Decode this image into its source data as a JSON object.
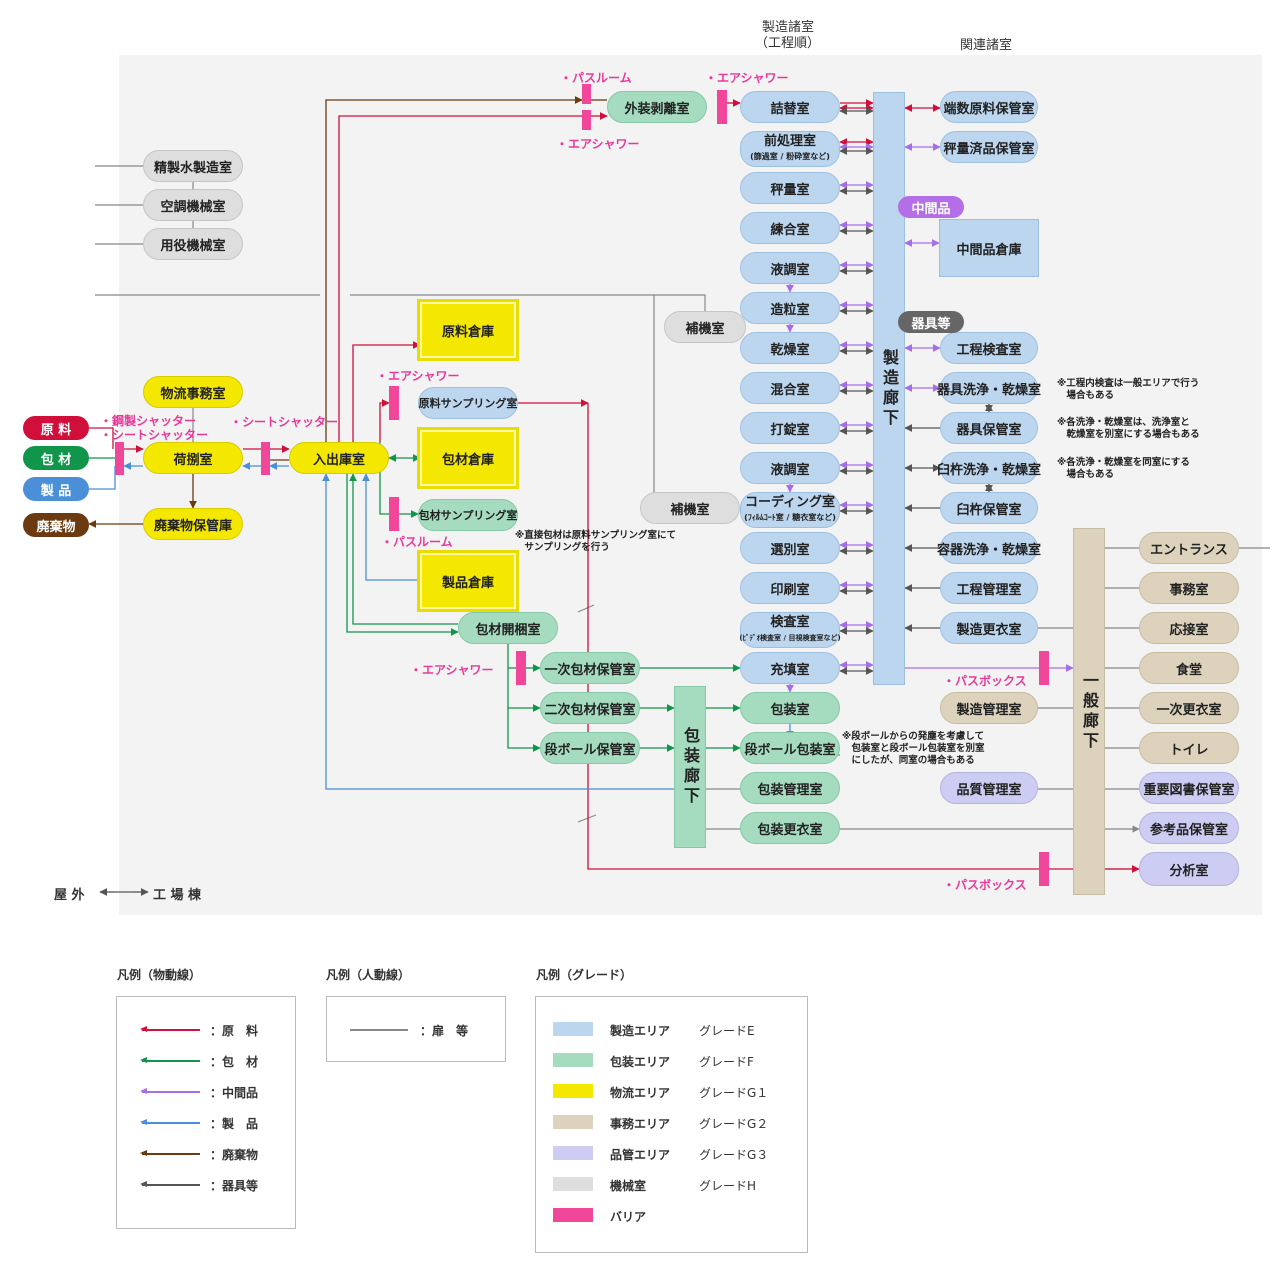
{
  "headers": {
    "mfg_rooms_1": "製造諸室",
    "mfg_rooms_2": "（工程順）",
    "related_rooms": "関連諸室"
  },
  "inputs": {
    "raw": "原 料",
    "pack": "包 材",
    "prod": "製 品",
    "waste": "廃棄物"
  },
  "outside": "屋 外",
  "factory": "工 場 棟",
  "barriers": {
    "pass_room_top": "・パスルーム",
    "air_shower_top": "・エアシャワー",
    "air_shower_mid": "・エアシャワー",
    "steel_shutter": "・鋼製シャッター",
    "sheet_shutter_a": "・シートシャッター",
    "sheet_shutter_b": "・シートシャッター",
    "air_shower_left": "・エアシャワー",
    "pass_room_left": "・パスルーム",
    "air_shower_pack": "・エアシャワー",
    "pass_box_1": "・パスボックス",
    "pass_box_2": "・パスボックス"
  },
  "tags": {
    "intermediate": "中間品",
    "equipment": "器具等"
  },
  "rooms": {
    "pure_water": "精製水製造室",
    "hvac": "空調機械室",
    "utility": "用役機械室",
    "aux1": "補機室",
    "aux2": "補機室",
    "logistics_office": "物流事務室",
    "unloading": "荷捌室",
    "waste_storage": "廃棄物保管庫",
    "in_out": "入出庫室",
    "raw_wh": "原料倉庫",
    "raw_sampling": "原料サンプリング室",
    "pack_wh": "包材倉庫",
    "pack_sampling": "包材サンプリング室",
    "prod_wh": "製品倉庫",
    "unpack": "包材開梱室",
    "outer_strip": "外装剥離室",
    "m_refill": "詰替室",
    "m_pre": "前処理室",
    "m_pre_sub": "(篩過室 / 粉砕室など)",
    "m_weigh": "秤量室",
    "m_knead": "練合室",
    "m_liquid1": "液調室",
    "m_granule": "造粒室",
    "m_dry": "乾燥室",
    "m_mix": "混合室",
    "m_tablet": "打錠室",
    "m_liquid2": "液調室",
    "m_coat": "コーディング室",
    "m_coat_sub": "(ﾌｨﾙﾑｺｰﾄ室 / 糖衣室など)",
    "m_select": "選別室",
    "m_print": "印刷室",
    "m_inspect": "検査室",
    "m_inspect_sub": "(ﾋﾞﾃﾞｵ検査室 / 目視検査室など)",
    "m_fill": "充填室",
    "p_pack": "包装室",
    "p_carton": "段ボール包装室",
    "p_mgmt": "包装管理室",
    "p_change": "包装更衣室",
    "pk1": "一次包材保管室",
    "pk2": "二次包材保管室",
    "pk3": "段ボール保管室",
    "r_end_raw": "端数原料保管室",
    "r_weighed": "秤量済品保管室",
    "r_inter_wh": "中間品倉庫",
    "r_proc_insp": "工程検査室",
    "r_tool_wash": "器具洗浄・乾燥室",
    "r_tool_store": "器具保管室",
    "r_mortar_wash": "臼杵洗浄・乾燥室",
    "r_mortar_store": "臼杵保管室",
    "r_container_wash": "容器洗浄・乾燥室",
    "r_process_mgmt": "工程管理室",
    "r_mfg_change": "製造更衣室",
    "r_mfg_mgmt": "製造管理室",
    "r_qc": "品質管理室",
    "o_entrance": "エントランス",
    "o_office": "事務室",
    "o_reception": "応接室",
    "o_canteen": "食堂",
    "o_change1": "一次更衣室",
    "o_toilet": "トイレ",
    "o_docs": "重要図書保管室",
    "o_ref": "参考品保管室",
    "o_lab": "分析室"
  },
  "corridors": {
    "mfg": "製造廊下",
    "pack": "包装廊下",
    "general": "一般廊下"
  },
  "notes": {
    "direct_pack": "※直接包材は原料サンプリング室にて\n　サンプリングを行う",
    "inproc": "※工程内検査は一般エリアで行う\n　場合もある",
    "wash1": "※各洗浄・乾燥室は、洗浄室と\n　乾燥室を別室にする場合もある",
    "wash2": "※各洗浄・乾燥室を同室にする\n　場合もある",
    "carton": "※段ボールからの発塵を考慮して\n　包装室と段ボール包装室を別室\n　にしたが、同室の場合もある"
  },
  "legend": {
    "flow_title": "凡例（物動線）",
    "flow": [
      {
        "label": "：原　料",
        "color": "#d0103a"
      },
      {
        "label": "：包　材",
        "color": "#11954a"
      },
      {
        "label": "：中間品",
        "color": "#a66ee8"
      },
      {
        "label": "：製　品",
        "color": "#4a8fd8"
      },
      {
        "label": "：廃棄物",
        "color": "#6b3a10"
      },
      {
        "label": "：器具等",
        "color": "#555555"
      }
    ],
    "people_title": "凡例（人動線）",
    "people_label": "：扉　等",
    "grade_title": "凡例（グレード）",
    "grades": [
      {
        "area": "製造エリア",
        "grade": "グレードE",
        "color": "#bcd6ef"
      },
      {
        "area": "包装エリア",
        "grade": "グレードF",
        "color": "#a5dcc0"
      },
      {
        "area": "物流エリア",
        "grade": "グレードG１",
        "color": "#f5e800"
      },
      {
        "area": "事務エリア",
        "grade": "グレードG２",
        "color": "#ddd3bd"
      },
      {
        "area": "品管エリア",
        "grade": "グレードG３",
        "color": "#cdcdf3"
      },
      {
        "area": "機械室",
        "grade": "グレードH",
        "color": "#dedede"
      },
      {
        "area": "バリア",
        "grade": "",
        "color": "#f0479a"
      }
    ]
  },
  "colors": {
    "raw": "#d0103a",
    "pack": "#11954a",
    "inter": "#a66ee8",
    "prod": "#4a8fd8",
    "waste": "#6b3a10",
    "tool": "#555555",
    "barrier": "#f0479a",
    "line": "#888888"
  }
}
